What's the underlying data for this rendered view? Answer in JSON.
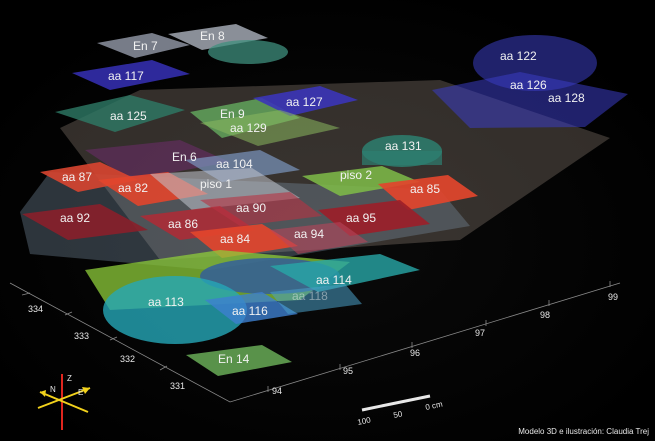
{
  "labels": {
    "en7": "En 7",
    "en8": "En 8",
    "aa117": "aa 117",
    "aa122": "aa 122",
    "aa126": "aa 126",
    "aa128": "aa 128",
    "aa125": "aa 125",
    "en9": "En 9",
    "aa127": "aa 127",
    "aa129": "aa 129",
    "aa131": "aa 131",
    "en6": "En 6",
    "aa104": "aa 104",
    "aa87": "aa 87",
    "aa82": "aa 82",
    "piso1": "piso 1",
    "piso2": "piso 2",
    "aa85": "aa 85",
    "aa92": "aa 92",
    "aa86": "aa 86",
    "aa90": "aa 90",
    "aa95": "aa 95",
    "aa84": "aa 84",
    "aa94": "aa 94",
    "aa113": "aa 113",
    "aa114": "aa 114",
    "aa116": "aa 116",
    "aa118": "aa 118",
    "en14": "En 14"
  },
  "axis_left_ticks": [
    "334",
    "333",
    "332",
    "331"
  ],
  "axis_bottom_ticks": [
    "94",
    "95",
    "96",
    "97",
    "98",
    "99"
  ],
  "compass": {
    "n": "N",
    "e": "E",
    "z": "Z"
  },
  "scale_bar": {
    "left": "100",
    "mid": "50",
    "right": "0 cm"
  },
  "credit": "Modelo 3D e ilustración: Claudia Trej"
}
